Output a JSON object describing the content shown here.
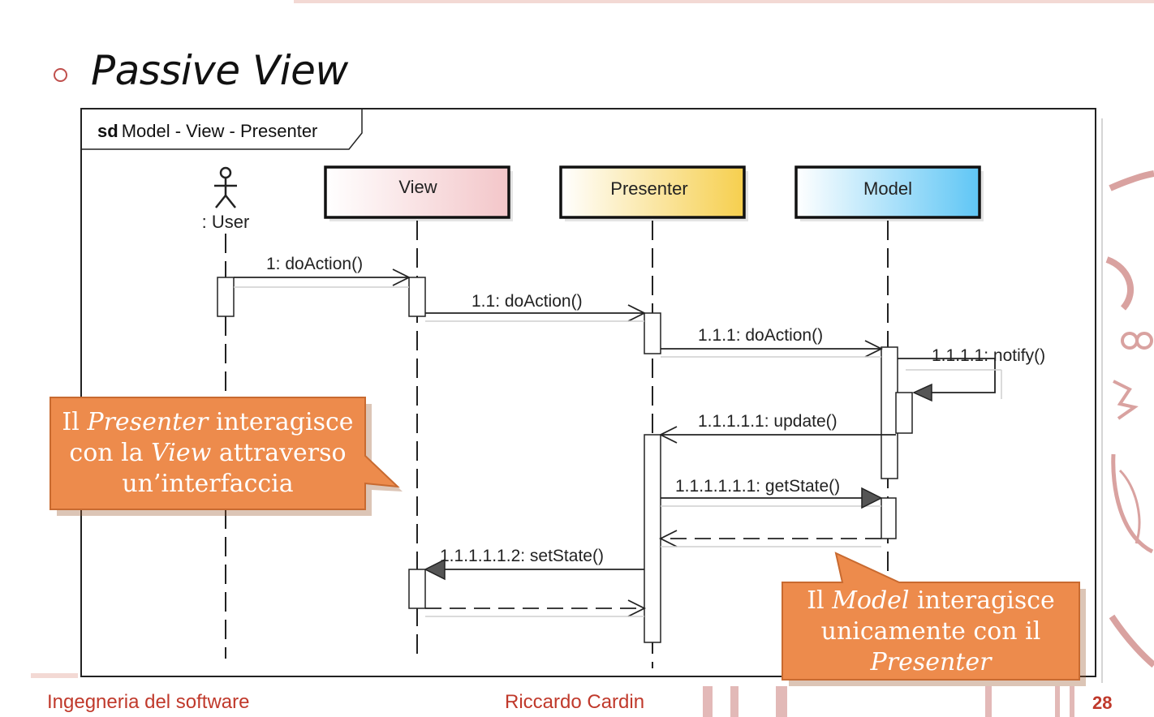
{
  "slide": {
    "title": "Passive View"
  },
  "frame": {
    "keyword": "sd",
    "name": "Model - View - Presenter"
  },
  "lifelines": {
    "user": ": User",
    "view": "View",
    "presenter": "Presenter",
    "model": "Model"
  },
  "messages": {
    "m1": "1: doAction()",
    "m1_1": "1.1: doAction()",
    "m1_1_1": "1.1.1: doAction()",
    "m1_1_1_1": "1.1.1.1: notify()",
    "m1_1_1_1_1": "1.1.1.1.1: update()",
    "m1_1_1_1_1_1": "1.1.1.1.1.1: getState()",
    "m1_1_1_1_1_2": "1.1.1.1.1.2: setState()"
  },
  "callouts": {
    "presenter_view": {
      "part1": "Il ",
      "em1": "Presenter",
      "part2": " interagisce con la ",
      "em2": "View",
      "part3": " attraverso un’interfaccia"
    },
    "model_presenter": {
      "part1": "Il ",
      "em1": "Model",
      "part2": " interagisce unicamente con il ",
      "em2": "Presenter"
    }
  },
  "footer": {
    "left": "Ingegneria del software",
    "center": "Riccardo Cardin",
    "page": "28"
  },
  "colors": {
    "accent": "#c0392b",
    "callout": "#ed8b4c",
    "view_header": "#f3c6c9",
    "presenter_header": "#f6cf4e",
    "model_header": "#5fc6f5"
  }
}
